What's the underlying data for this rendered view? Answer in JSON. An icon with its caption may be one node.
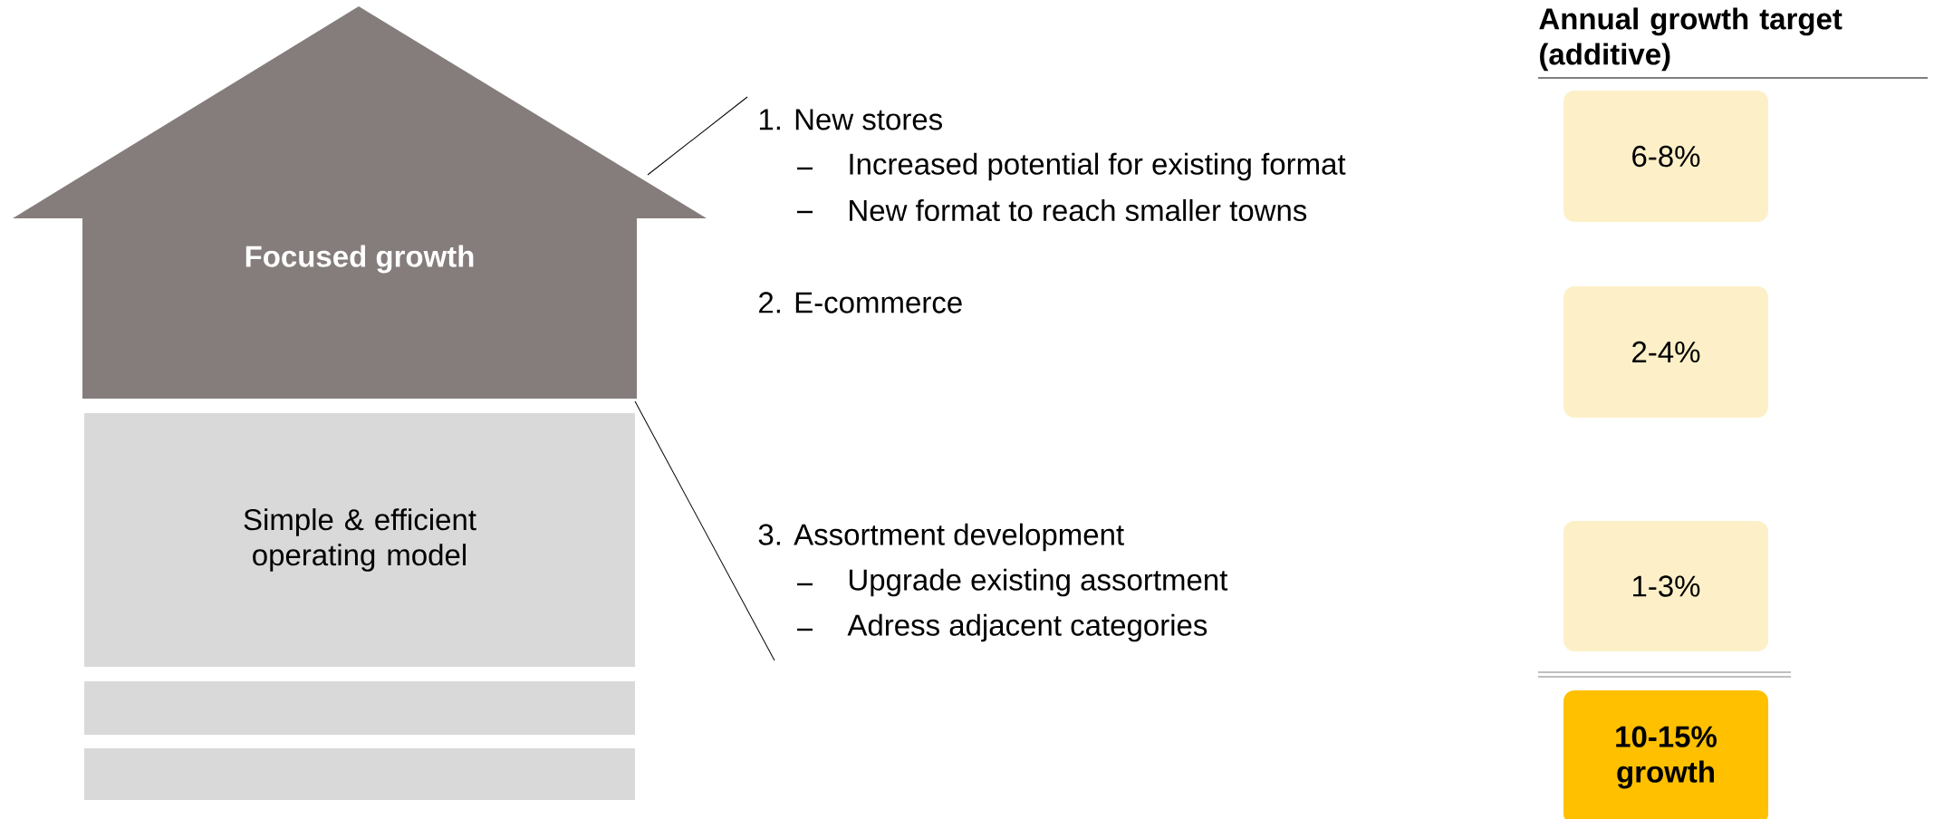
{
  "diagram": {
    "title": "Annual growth target (additive)",
    "nodes": [
      {
        "text": [
          "Focused growth"
        ]
      },
      {
        "text": [
          "Simple & efficient operating model"
        ]
      },
      {
        "text": [],
        "shape": "bar"
      },
      {
        "text": [],
        "shape": "bar"
      },
      {
        "text": [
          "6-8%"
        ]
      },
      {
        "text": [
          "2-4%"
        ]
      },
      {
        "text": [
          "1-3%"
        ]
      },
      {
        "text": [
          "10-15% growth"
        ]
      }
    ],
    "labels": [
      "1. New stores",
      "Increased potential for existing format",
      "New format to reach smaller towns",
      "2. E-commerce",
      "3. Assortment development",
      "Upgrade existing assortment",
      "Adress adjacent categories"
    ]
  }
}
